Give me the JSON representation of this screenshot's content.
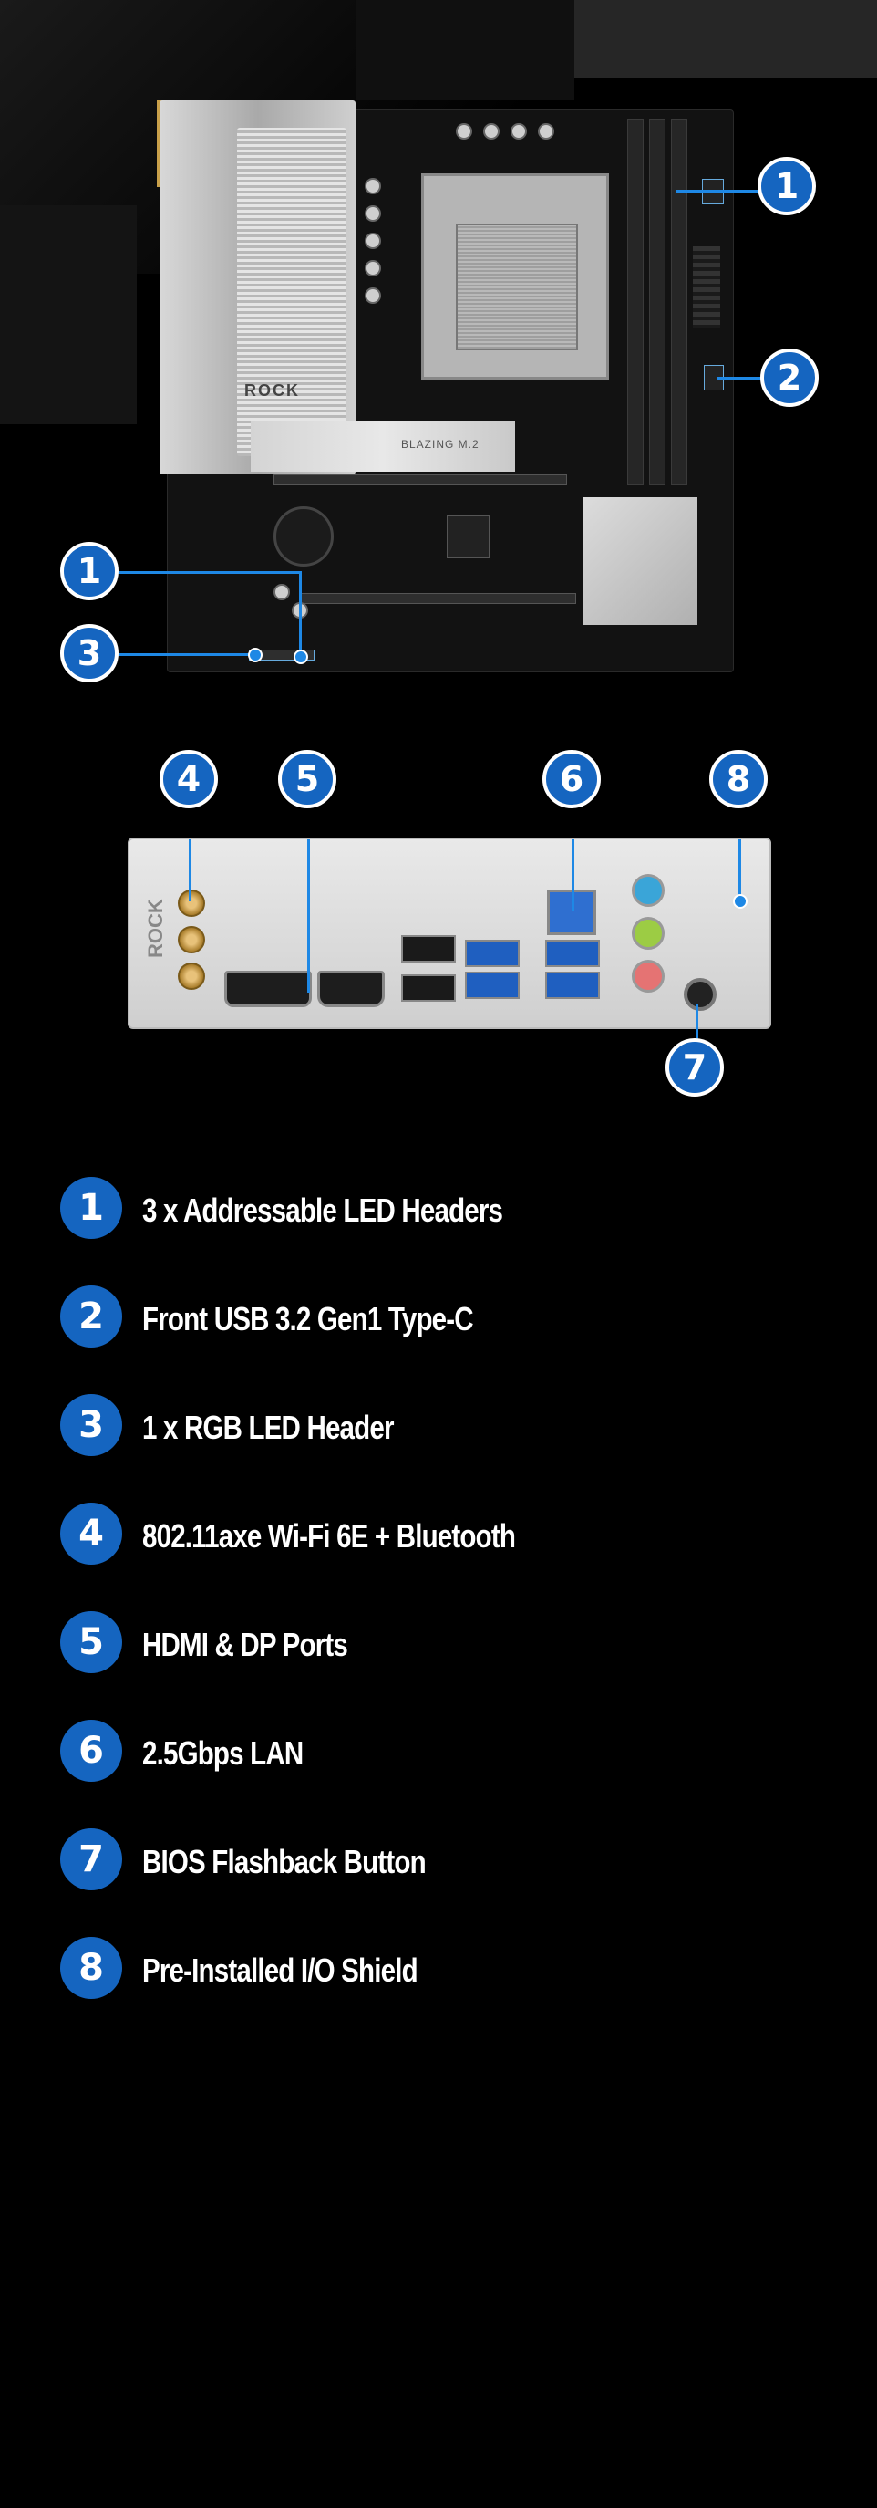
{
  "board": {
    "brand_label": "ROCK",
    "m2_label": "BLAZING M.2",
    "colors": {
      "callout_blue": "#1565c0",
      "board_dark": "#121212",
      "heatsink_silver": "#c8c8c8"
    }
  },
  "board_callouts": [
    {
      "number": "1"
    },
    {
      "number": "2"
    },
    {
      "number": "1"
    },
    {
      "number": "3"
    }
  ],
  "io_panel": {
    "brand_label": "ROCK"
  },
  "io_callouts": [
    {
      "number": "4"
    },
    {
      "number": "5"
    },
    {
      "number": "6"
    },
    {
      "number": "8"
    },
    {
      "number": "7"
    }
  ],
  "features": [
    {
      "number": "1",
      "label": "3 x Addressable LED Headers"
    },
    {
      "number": "2",
      "label": "Front USB 3.2 Gen1 Type-C"
    },
    {
      "number": "3",
      "label": "1 x RGB LED Header"
    },
    {
      "number": "4",
      "label": "802.11axe Wi-Fi 6E + Bluetooth"
    },
    {
      "number": "5",
      "label": "HDMI & DP Ports"
    },
    {
      "number": "6",
      "label": "2.5Gbps LAN"
    },
    {
      "number": "7",
      "label": "BIOS Flashback Button"
    },
    {
      "number": "8",
      "label": "Pre-Installed I/O Shield"
    }
  ]
}
